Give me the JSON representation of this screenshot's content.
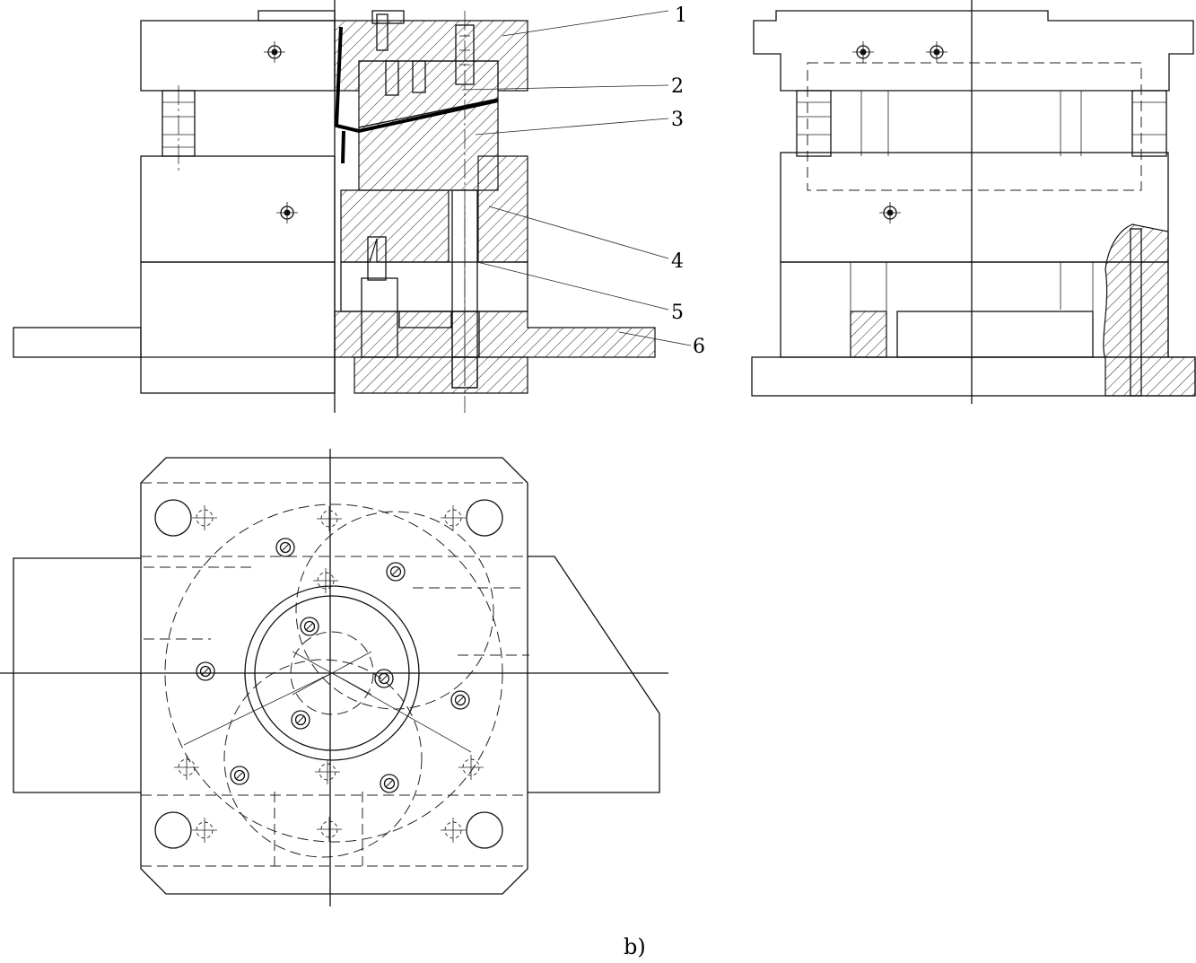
{
  "callouts": [
    {
      "label": "1"
    },
    {
      "label": "2"
    },
    {
      "label": "3"
    },
    {
      "label": "4"
    },
    {
      "label": "5"
    },
    {
      "label": "6"
    }
  ],
  "caption": "b)"
}
